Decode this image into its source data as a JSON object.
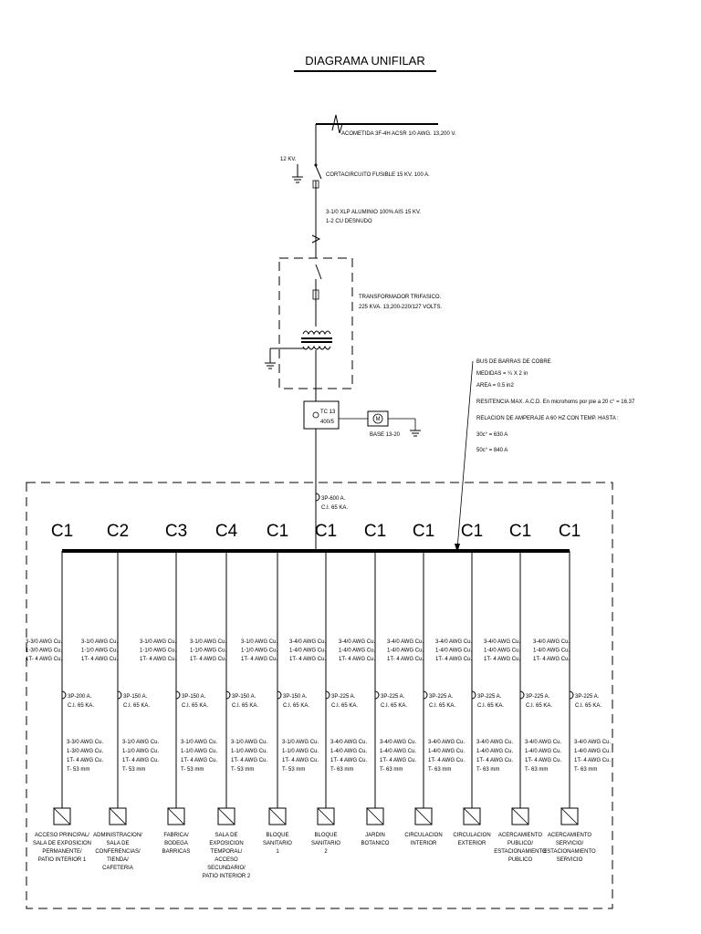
{
  "title": "DIAGRAMA UNIFILAR",
  "acometida": "ACOMETIDA 3F-4H ACSR 1/0 AWG. 13,200 V.",
  "voltage_tag": "12 KV.",
  "cortacircuito": "CORTACIRCUITO FUSIBLE 15 KV. 100 A.",
  "cable_lines": [
    "3-1/0 XLP ALUMINIO 100% AIS 15 KV.",
    "1-2 CU DESNUDO"
  ],
  "transformer_lines": [
    "TRANSFORMADOR TRIFASICO.",
    "225 KVA. 13,200-220/127 VOLTS."
  ],
  "tc": [
    "TC 13",
    "400/5"
  ],
  "meter": {
    "symbol": "M",
    "label": "BASE 13-20"
  },
  "bus_spec": {
    "lines": [
      "BUS DE BARRAS DE COBRE",
      "MEDIDAS = ¼ X 2 in",
      "AREA = 0.5 in2"
    ],
    "notes": [
      "RESITENCIA MAX. A.C.D. En microhoms por pie a 20 c° = 16.37",
      "RELACION DE AMPERAJE A 60 HZ CON TEMP. HASTA :",
      "30c° = 630 A",
      "50c° = 840 A"
    ]
  },
  "main_breaker": [
    "3P-600 A.",
    "C.I. 65 KA."
  ],
  "circuits": [
    {
      "code": "C1",
      "feeder": [
        "3-3/0 AWG Cu.",
        "1-3/0 AWG Cu.",
        "1T- 4 AWG Cu."
      ],
      "breaker": [
        "3P-200 A.",
        "C.I. 65 KA."
      ],
      "cable": [
        "3-3/0 AWG Cu.",
        "1-3/0 AWG Cu.",
        "1T- 4 AWG Cu.",
        "T- 53 mm"
      ],
      "load": [
        "ACCESO PRINCIPAL/",
        "SALA DE EXPOSICION",
        "PERMANENTE/",
        "PATIO INTERIOR 1"
      ]
    },
    {
      "code": "C2",
      "feeder": [
        "3-1/0 AWG Cu.",
        "1-1/0 AWG Cu.",
        "1T- 4 AWG Cu."
      ],
      "breaker": [
        "3P-150 A.",
        "C.I. 65 KA."
      ],
      "cable": [
        "3-1/0 AWG Cu.",
        "1-1/0 AWG Cu.",
        "1T- 4 AWG Cu.",
        "T- 53 mm"
      ],
      "load": [
        "ADMINISTRACION/",
        "SALA DE",
        "CONFERENCIAS/",
        "TIENDA/",
        "CAFETERIA"
      ]
    },
    {
      "code": "C3",
      "feeder": [
        "3-1/0 AWG Cu.",
        "1-1/0 AWG Cu.",
        "1T- 4 AWG Cu."
      ],
      "breaker": [
        "3P-150 A.",
        "C.I. 65 KA."
      ],
      "cable": [
        "3-1/0 AWG Cu.",
        "1-1/0 AWG Cu.",
        "1T- 4 AWG Cu.",
        "T- 53 mm"
      ],
      "load": [
        "FABRICA/",
        "BODEGA",
        "BARRICAS"
      ]
    },
    {
      "code": "C4",
      "feeder": [
        "3-1/0 AWG Cu.",
        "1-1/0 AWG Cu.",
        "1T- 4 AWG Cu."
      ],
      "breaker": [
        "3P-150 A.",
        "C.I. 65 KA."
      ],
      "cable": [
        "3-1/0 AWG Cu.",
        "1-1/0 AWG Cu.",
        "1T- 4 AWG Cu.",
        "T- 53 mm"
      ],
      "load": [
        "SALA DE",
        "EXPOSICION",
        "TEMPORAL/",
        "ACCESO",
        "SECUNDARIO/",
        "PATIO INTERIOR 2"
      ]
    },
    {
      "code": "C1",
      "feeder": [
        "3-1/0 AWG Cu.",
        "1-1/0 AWG Cu.",
        "1T- 4 AWG Cu."
      ],
      "breaker": [
        "3P-150 A.",
        "C.I. 65 KA."
      ],
      "cable": [
        "3-1/0 AWG Cu.",
        "1-1/0 AWG Cu.",
        "1T- 4 AWG Cu.",
        "T- 53 mm"
      ],
      "load": [
        "BLOQUE",
        "SANITARIO",
        "1"
      ]
    },
    {
      "code": "C1",
      "feeder": [
        "3-4/0 AWG Cu.",
        "1-4/0 AWG Cu.",
        "1T- 4 AWG Cu."
      ],
      "breaker": [
        "3P-225 A.",
        "C.I. 65 KA."
      ],
      "cable": [
        "3-4/0 AWG Cu.",
        "1-4/0 AWG Cu.",
        "1T- 4 AWG Cu.",
        "T- 63 mm"
      ],
      "load": [
        "BLOQUE",
        "SANITARIO",
        "2"
      ]
    },
    {
      "code": "C1",
      "feeder": [
        "3-4/0 AWG Cu.",
        "1-4/0 AWG Cu.",
        "1T- 4 AWG Cu."
      ],
      "breaker": [
        "3P-225 A.",
        "C.I. 65 KA."
      ],
      "cable": [
        "3-4/0 AWG Cu.",
        "1-4/0 AWG Cu.",
        "1T- 4 AWG Cu.",
        "T- 63 mm"
      ],
      "load": [
        "JARDIN",
        "BOTANICO"
      ]
    },
    {
      "code": "C1",
      "feeder": [
        "3-4/0 AWG Cu.",
        "1-4/0 AWG Cu.",
        "1T- 4 AWG Cu."
      ],
      "breaker": [
        "3P-225 A.",
        "C.I. 65 KA."
      ],
      "cable": [
        "3-4/0 AWG Cu.",
        "1-4/0 AWG Cu.",
        "1T- 4 AWG Cu.",
        "T- 63 mm"
      ],
      "load": [
        "CIRCULACION",
        "INTERIOR"
      ]
    },
    {
      "code": "C1",
      "feeder": [
        "3-4/0 AWG Cu.",
        "1-4/0 AWG Cu.",
        "1T- 4 AWG Cu."
      ],
      "breaker": [
        "3P-225 A.",
        "C.I. 65 KA."
      ],
      "cable": [
        "3-4/0 AWG Cu.",
        "1-4/0 AWG Cu.",
        "1T- 4 AWG Cu.",
        "T- 63 mm"
      ],
      "load": [
        "CIRCULACION",
        "EXTERIOR"
      ]
    },
    {
      "code": "C1",
      "feeder": [
        "3-4/0 AWG Cu.",
        "1-4/0 AWG Cu.",
        "1T- 4 AWG Cu."
      ],
      "breaker": [
        "3P-225 A.",
        "C.I. 65 KA."
      ],
      "cable": [
        "3-4/0 AWG Cu.",
        "1-4/0 AWG Cu.",
        "1T- 4 AWG Cu.",
        "T- 63 mm"
      ],
      "load": [
        "ACERCAMIENTO",
        "PUBLICO/",
        "ESTACIONAMIENTO",
        "PUBLICO"
      ]
    },
    {
      "code": "C1",
      "feeder": [
        "3-4/0 AWG Cu.",
        "1-4/0 AWG Cu.",
        "1T- 4 AWG Cu."
      ],
      "breaker": [
        "3P-225 A.",
        "C.I. 65 KA."
      ],
      "cable": [
        "3-4/0 AWG Cu.",
        "1-4/0 AWG Cu.",
        "1T- 4 AWG Cu.",
        "T- 63 mm"
      ],
      "load": [
        "ACERCAMIENTO",
        "SERVICIO/",
        "ESTACIONAMIENTO",
        "SERVICIO"
      ]
    }
  ]
}
